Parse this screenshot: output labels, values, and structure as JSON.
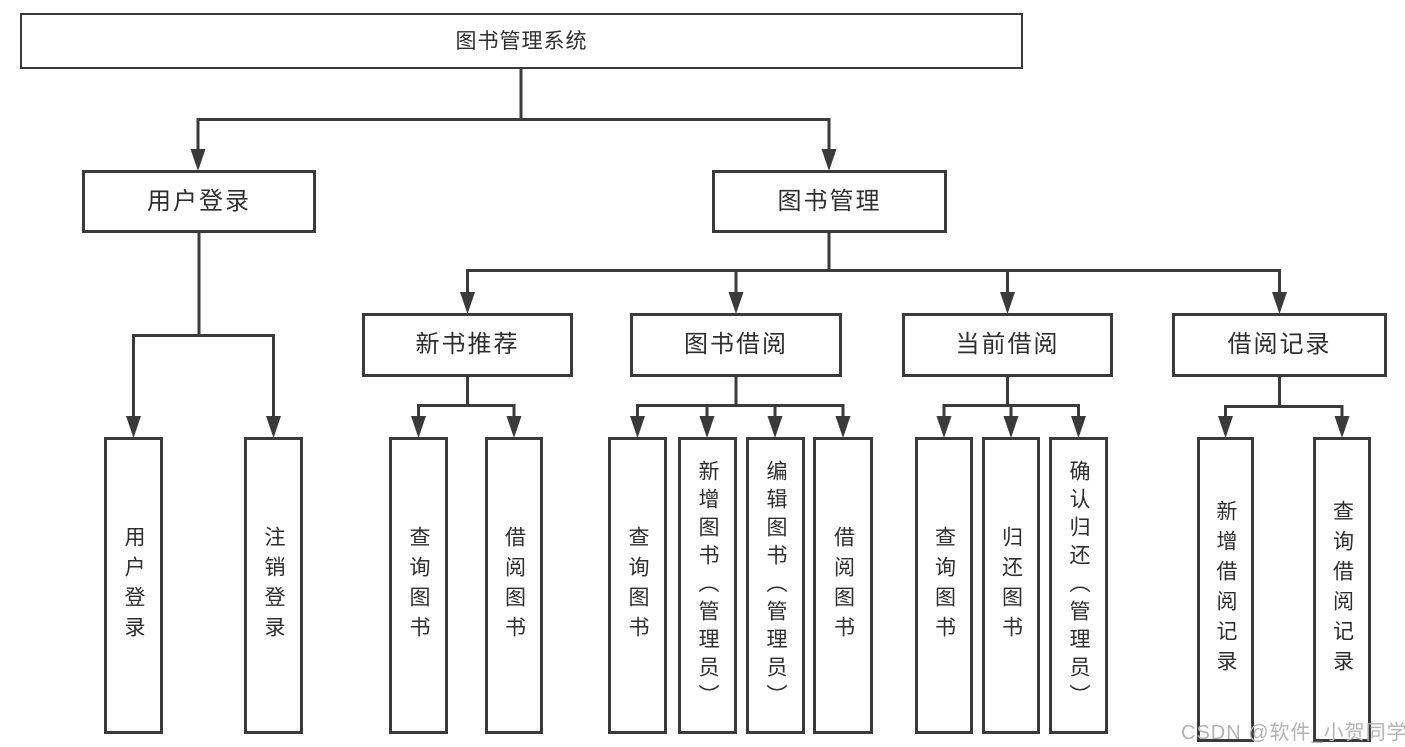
{
  "colors": {
    "line": "#3a3a3a",
    "box_border": "#3a3a3a",
    "box_background": "#ffffff",
    "text": "#2e2e2e",
    "watermark_text": "#b3b3b3"
  },
  "watermark": {
    "text": "CSDN @软件_小贺同学"
  },
  "nodes": {
    "root": {
      "label": "图书管理系统"
    },
    "user_login": {
      "label": "用户登录"
    },
    "book_management": {
      "label": "图书管理"
    },
    "user_login_children": [
      {
        "label": "用户登录"
      },
      {
        "label": "注销登录"
      }
    ],
    "recommend": {
      "label": "新书推荐"
    },
    "borrow": {
      "label": "图书借阅"
    },
    "current": {
      "label": "当前借阅"
    },
    "records": {
      "label": "借阅记录"
    },
    "recommend_children": [
      {
        "label": "查询图书"
      },
      {
        "label": "借阅图书"
      }
    ],
    "borrow_children": [
      {
        "label": "查询图书"
      },
      {
        "label": "新增图书（管理员）"
      },
      {
        "label": "编辑图书（管理员）"
      },
      {
        "label": "借阅图书"
      }
    ],
    "current_children": [
      {
        "label": "查询图书"
      },
      {
        "label": "归还图书"
      },
      {
        "label": "确认归还（管理员）"
      }
    ],
    "records_children": [
      {
        "label": "新增借阅记录"
      },
      {
        "label": "查询借阅记录"
      }
    ]
  }
}
